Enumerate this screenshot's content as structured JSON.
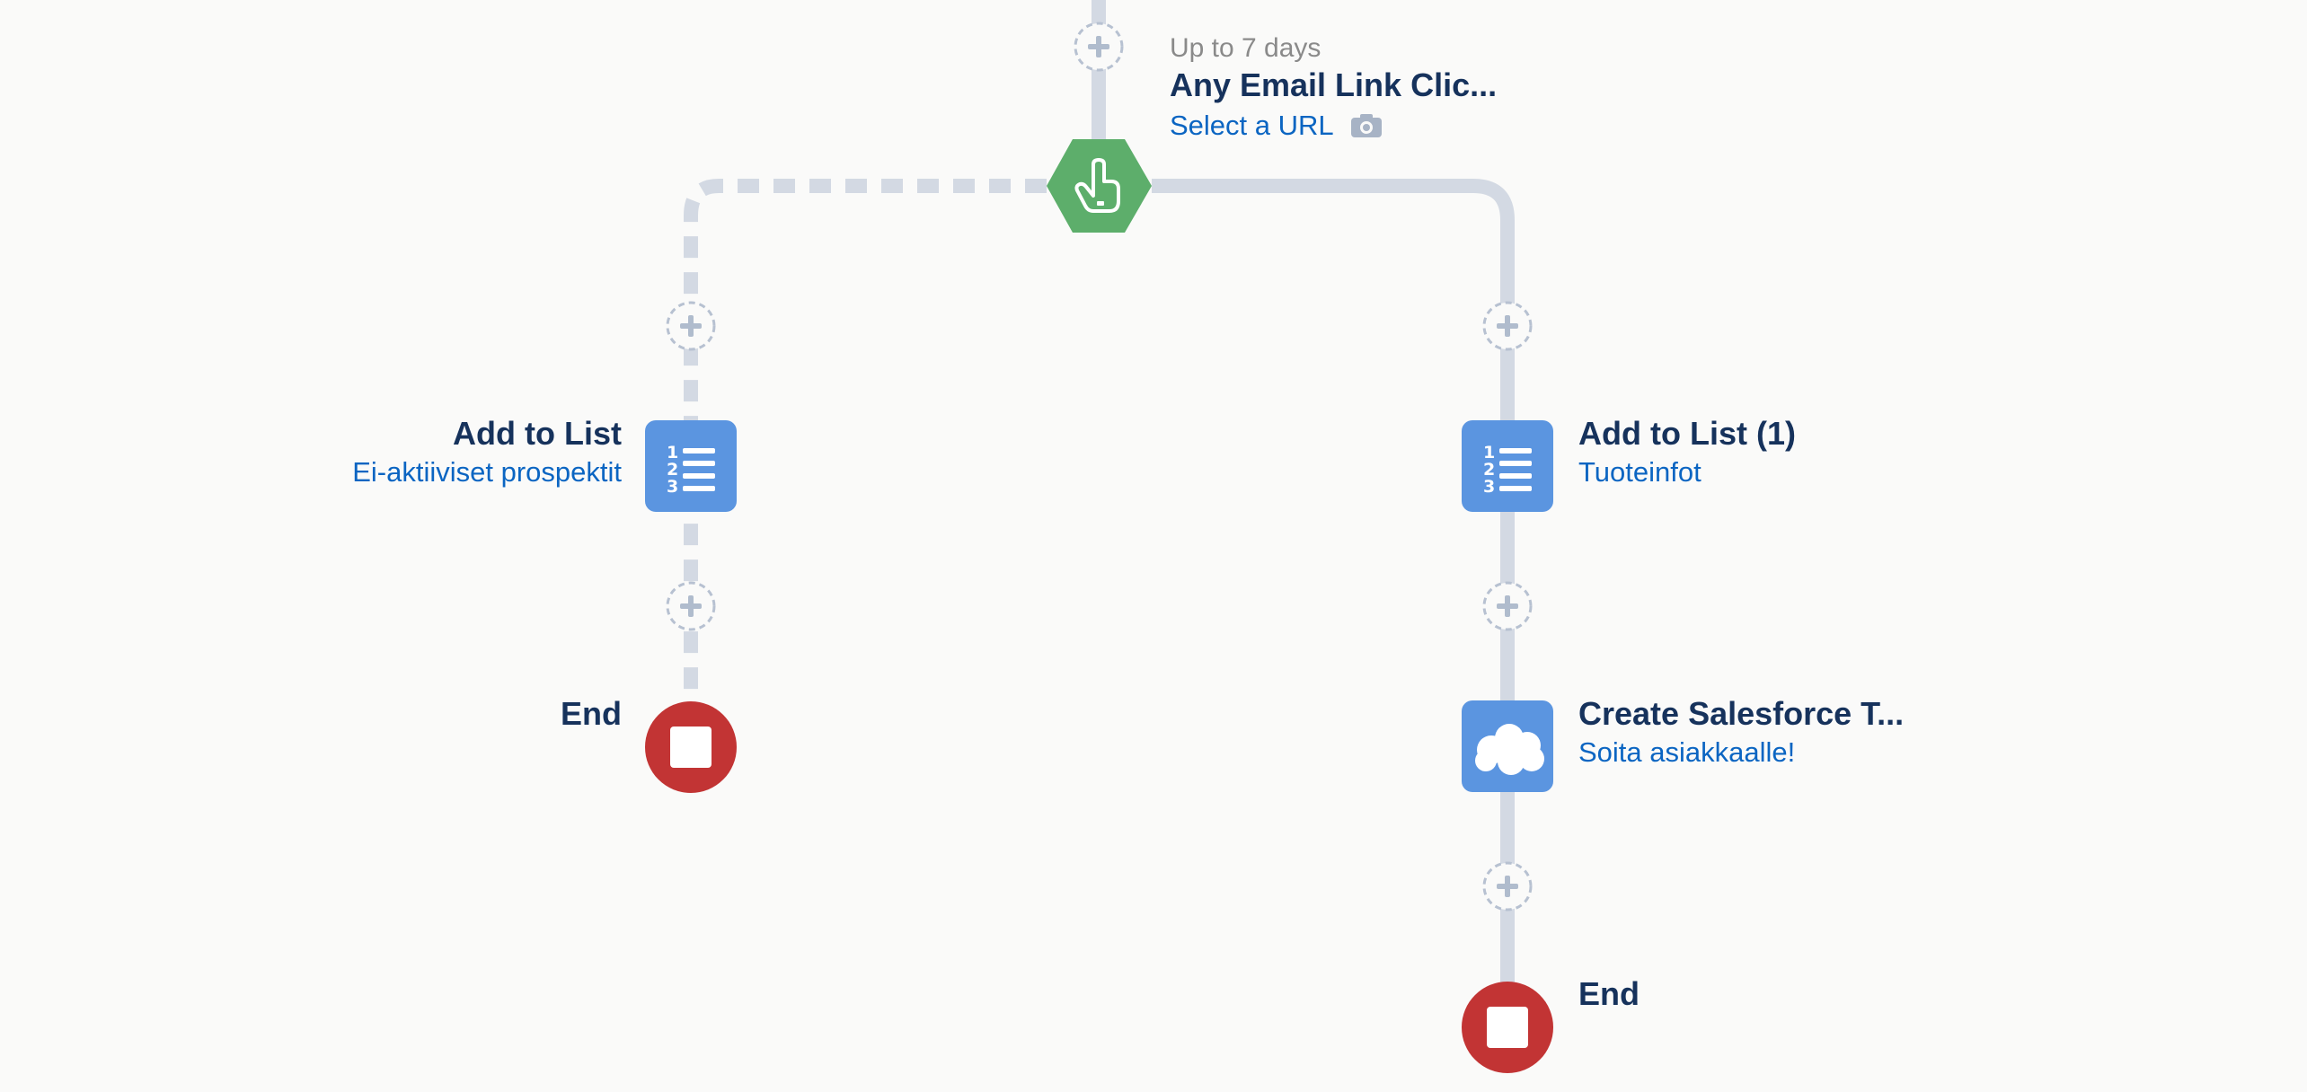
{
  "colors": {
    "connector": "#d3d9e3",
    "add_ring": "#b7c1d1",
    "trigger_green": "#5dae6b",
    "action_blue": "#5b95e0",
    "end_red": "#c23434",
    "title": "#16325c",
    "link": "#0b65c2"
  },
  "trigger": {
    "wait_label": "Up to 7 days",
    "title": "Any Email Link Clic...",
    "link": "Select a URL",
    "icon": "hand-pointer-icon",
    "link_icon": "camera-icon"
  },
  "no_branch": {
    "action": {
      "title": "Add to List",
      "subtitle": "Ei-aktiiviset prospektit",
      "icon": "numbered-list-icon"
    },
    "end": {
      "title": "End",
      "icon": "stop-icon"
    }
  },
  "yes_branch": {
    "action_list": {
      "title": "Add to List (1)",
      "subtitle": "Tuoteinfot",
      "icon": "numbered-list-icon"
    },
    "action_task": {
      "title": "Create Salesforce T...",
      "subtitle": "Soita asiakkaalle!",
      "icon": "salesforce-cloud-icon"
    },
    "end": {
      "title": "End",
      "icon": "stop-icon"
    }
  }
}
